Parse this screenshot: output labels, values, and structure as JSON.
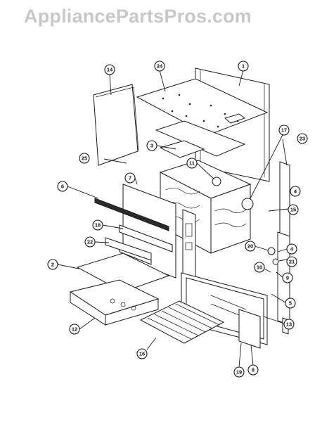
{
  "watermark": "AppliancePartsPros.com",
  "callouts": [
    "14",
    "24",
    "1",
    "17",
    "23",
    "3",
    "25",
    "11",
    "7",
    "6",
    "4",
    "15",
    "18",
    "22",
    "20",
    "21",
    "4",
    "2",
    "10",
    "9",
    "5",
    "13",
    "12",
    "16",
    "19",
    "8"
  ]
}
